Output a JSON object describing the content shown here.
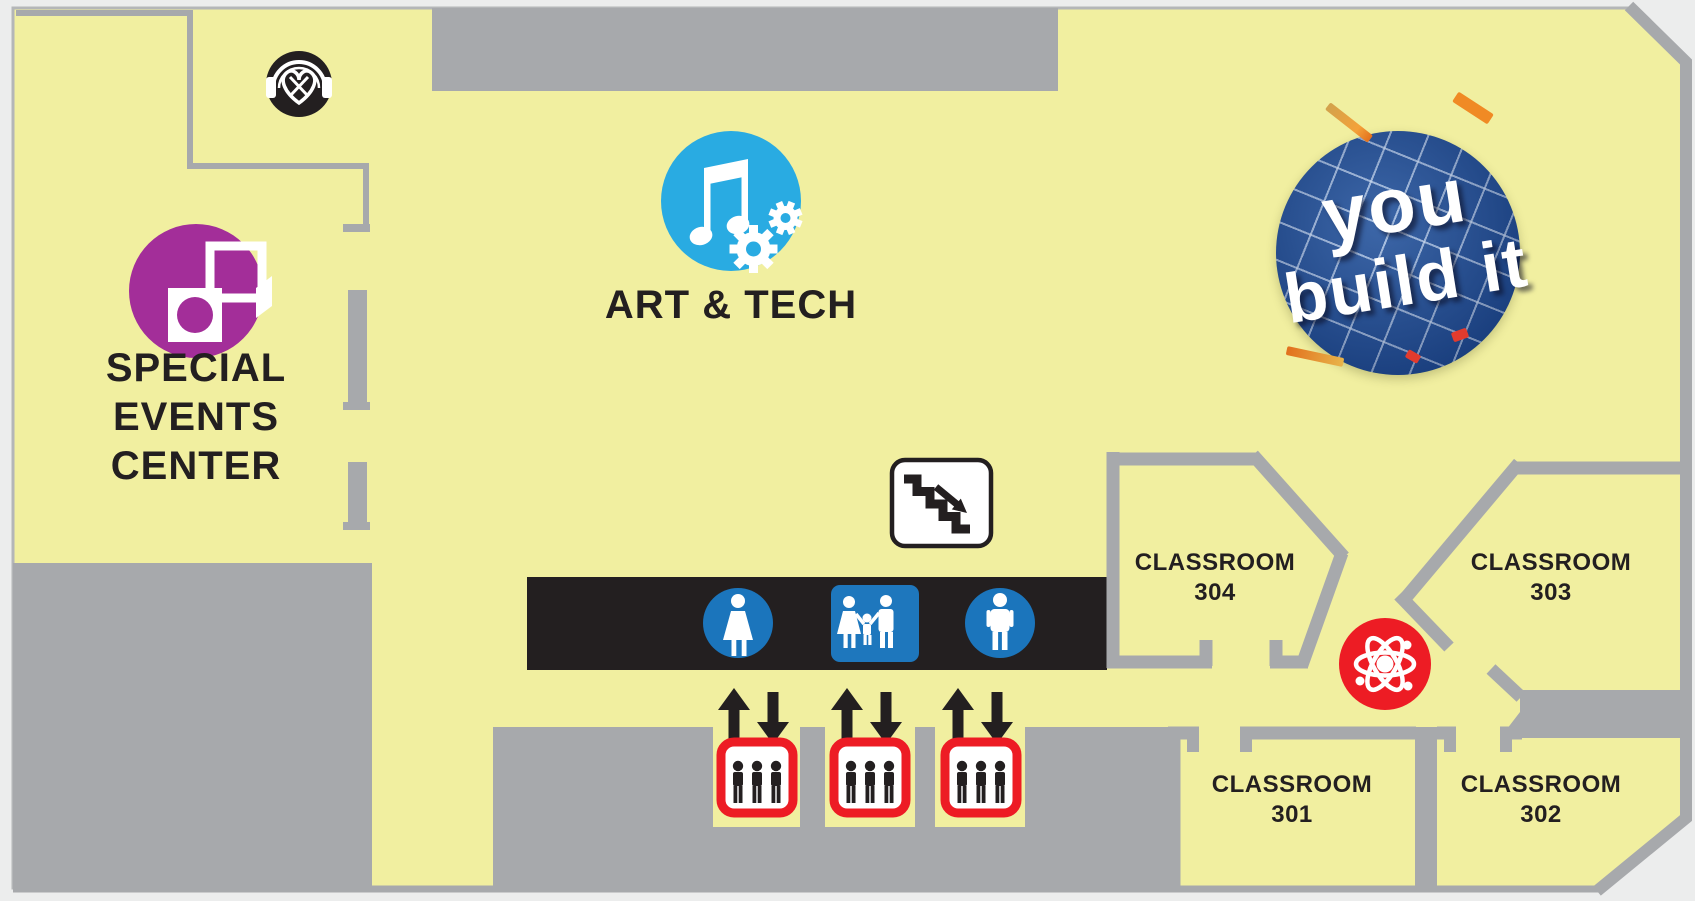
{
  "map": {
    "areas": {
      "special_events_center": {
        "lines": [
          "SPECIAL",
          "EVENTS",
          "CENTER"
        ]
      },
      "art_and_tech": {
        "label": "ART & TECH"
      },
      "classroom_304": {
        "lines": [
          "CLASSROOM",
          "304"
        ]
      },
      "classroom_303": {
        "lines": [
          "CLASSROOM",
          "303"
        ]
      },
      "classroom_301": {
        "lines": [
          "CLASSROOM",
          "301"
        ]
      },
      "classroom_302": {
        "lines": [
          "CLASSROOM",
          "302"
        ]
      }
    },
    "badge": {
      "word1": "you",
      "word2": "build it"
    },
    "icons": [
      "headphones-heart-icon",
      "special-events-icon",
      "art-tech-icon",
      "you-build-it-badge",
      "stairs-down-icon",
      "womens-restroom-icon",
      "family-restroom-icon",
      "mens-restroom-icon",
      "elevator-icon",
      "elevator-icon",
      "elevator-icon",
      "science-atom-icon"
    ],
    "colors": {
      "floor_yellow": "#f1efa0",
      "wall_gray": "#a7a9ac",
      "bar_black": "#231f20",
      "restroom_blue": "#1b75bc",
      "art_tech_blue": "#29abe2",
      "accent_red": "#ed1c24",
      "special_events_purple": "#a32e99",
      "badge_navy": "#1d4e9a",
      "white": "#ffffff"
    }
  }
}
